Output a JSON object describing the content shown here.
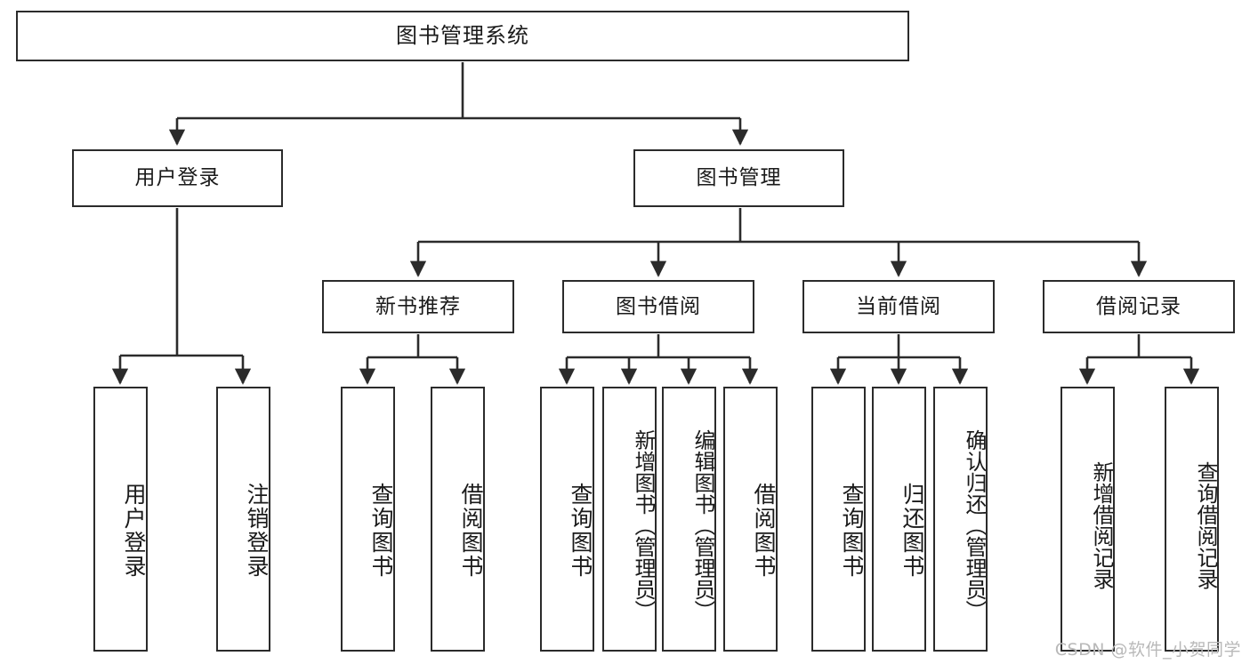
{
  "diagram": {
    "title": "图书管理系统",
    "type": "tree-hierarchy-chart",
    "watermark": "CSDN @软件_小贺同学",
    "colors": {
      "stroke": "#2b2b2b",
      "fill": "#ffffff",
      "text": "#1a1a1a",
      "watermark": "#b9b9b9"
    },
    "levels": {
      "root": {
        "label": "图书管理系统"
      },
      "level2": [
        {
          "id": "user-login",
          "label": "用户登录"
        },
        {
          "id": "book-manage",
          "label": "图书管理"
        }
      ],
      "level3": [
        {
          "id": "new-book-recommend",
          "label": "新书推荐"
        },
        {
          "id": "book-borrow",
          "label": "图书借阅"
        },
        {
          "id": "current-borrow",
          "label": "当前借阅"
        },
        {
          "id": "borrow-record",
          "label": "借阅记录"
        }
      ],
      "leaves": {
        "user_login": [
          {
            "id": "leaf-user-login",
            "label": "用户登录"
          },
          {
            "id": "leaf-logout-login",
            "label": "注销登录"
          }
        ],
        "new_book_recommend": [
          {
            "id": "leaf-query-book-1",
            "label": "查询图书"
          },
          {
            "id": "leaf-borrow-book-1",
            "label": "借阅图书"
          }
        ],
        "book_borrow": [
          {
            "id": "leaf-query-book-2",
            "label": "查询图书"
          },
          {
            "id": "leaf-add-book",
            "label": "新增图书（管理员）"
          },
          {
            "id": "leaf-edit-book",
            "label": "编辑图书（管理员）"
          },
          {
            "id": "leaf-borrow-book-2",
            "label": "借阅图书"
          }
        ],
        "current_borrow": [
          {
            "id": "leaf-query-book-3",
            "label": "查询图书"
          },
          {
            "id": "leaf-return-book",
            "label": "归还图书"
          },
          {
            "id": "leaf-confirm-return",
            "label": "确认归还（管理员）"
          }
        ],
        "borrow_record": [
          {
            "id": "leaf-add-record",
            "label": "新增借阅记录"
          },
          {
            "id": "leaf-query-record",
            "label": "查询借阅记录"
          }
        ]
      }
    }
  }
}
